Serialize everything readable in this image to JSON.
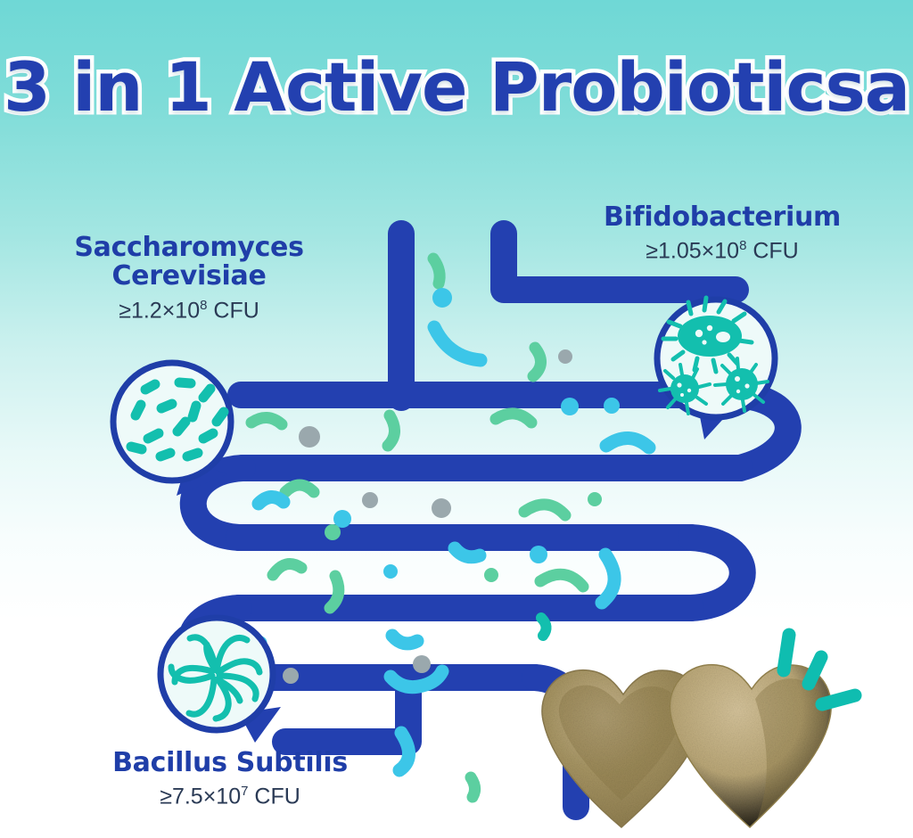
{
  "title": "3 in 1 Active Probioticsa",
  "theme": {
    "bg_top": "#6fd8d6",
    "bg_bottom": "#ffffff",
    "brand_blue": "#2340b0",
    "label_blue": "#1f3ea8",
    "gut_blue": "#2340b0",
    "circle_fill": "#eefaf9",
    "circle_ring": "#1f3ea8",
    "microbe_teal": "#13bfae",
    "microbe_green": "#5ccfa0",
    "microbe_cyan": "#3cc6e8",
    "microbe_gray": "#9aa8ad",
    "sparkle_teal": "#0fbdb0",
    "treat_tan": "#cbb68a"
  },
  "strains": [
    {
      "id": "saccharomyces",
      "name": "Saccharomyces\nCerevisiae",
      "name_line1": "Saccharomyces",
      "name_line2": "Cerevisiae",
      "cfu_prefix": "≥1.2×10",
      "cfu_exp": "8",
      "cfu_suffix": " CFU",
      "cfu_full": "≥1.2×10⁸ CFU",
      "icon": "yeast-cells-icon"
    },
    {
      "id": "bifidobacterium",
      "name": "Bifidobacterium",
      "name_line1": "Bifidobacterium",
      "name_line2": "",
      "cfu_prefix": "≥1.05×10",
      "cfu_exp": "8",
      "cfu_suffix": " CFU",
      "cfu_full": "≥1.05×10⁸ CFU",
      "icon": "bacteria-cells-icon"
    },
    {
      "id": "bacillus",
      "name": "Bacillus Subtilis",
      "name_line1": "Bacillus Subtilis",
      "name_line2": "",
      "cfu_prefix": "≥7.5×10",
      "cfu_exp": "7",
      "cfu_suffix": " CFU",
      "cfu_full": "≥7.5×10⁷ CFU",
      "icon": "spore-burst-icon"
    }
  ],
  "graphics": {
    "intestine": "intestine-diagram",
    "treats": "heart-shaped-treats",
    "treat_count": 2,
    "sparkles": 3
  }
}
